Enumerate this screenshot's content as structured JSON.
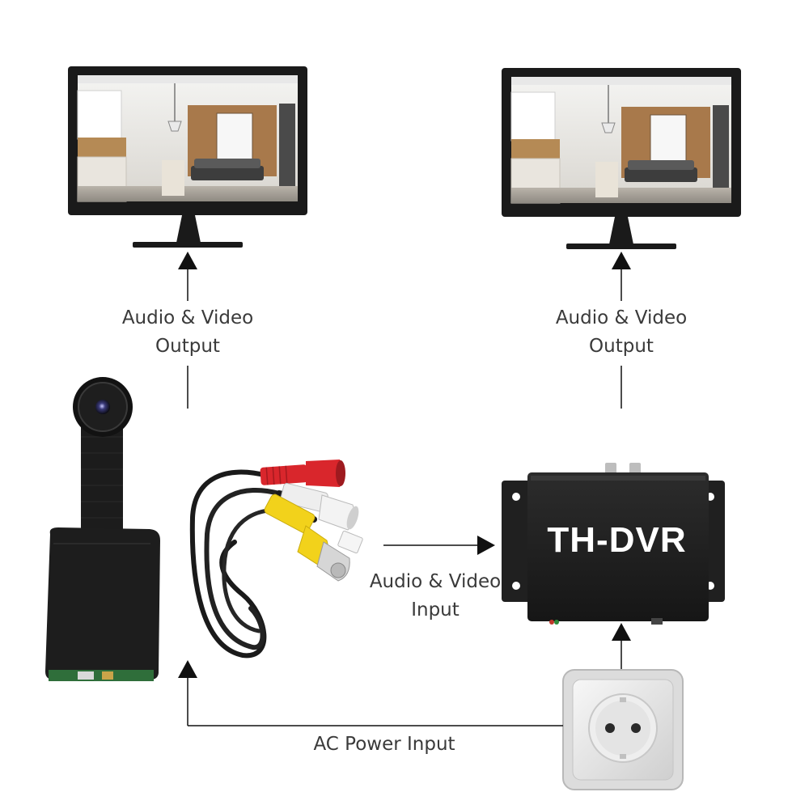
{
  "labels": {
    "output_left": [
      "Audio & Video",
      "Output"
    ],
    "output_right": [
      "Audio & Video",
      "Output"
    ],
    "input": [
      "Audio & Video",
      "Input"
    ],
    "ac_power": "AC Power Input"
  },
  "devices": {
    "dvr_label": "TH-DVR"
  },
  "icons": {
    "monitor_left": "monitor-icon",
    "monitor_right": "monitor-icon",
    "camera": "pinhole-camera-icon",
    "cable": "av-cable-icon",
    "dvr": "dvr-box-icon",
    "outlet": "power-outlet-icon"
  },
  "colors": {
    "text": "#3a3a3a",
    "arrow": "#111111",
    "monitor_bezel": "#1a1a1a",
    "rca_red": "#d9262c",
    "rca_white": "#eeeeee",
    "rca_yellow": "#f2d21b",
    "dvr_body": "#1e1e1e",
    "outlet_frame": "#d8d8d8"
  }
}
